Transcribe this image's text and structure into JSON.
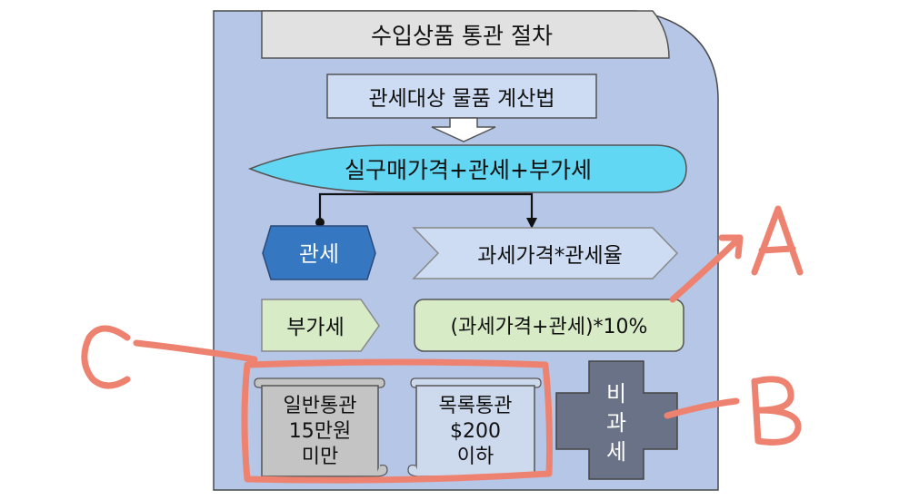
{
  "title": "수입상품 통관 절차",
  "calc_method": "관세대상 물품 계산법",
  "formula_total": "실구매가격+관세+부가세",
  "duty_label": "관세",
  "duty_formula": "과세가격*관세율",
  "vat_label": "부가세",
  "vat_formula": "(과세가격+관세)*10%",
  "general_clearance": [
    "일반통관",
    "15만원",
    "미만"
  ],
  "list_clearance": [
    "목록통관",
    "$200",
    "이하"
  ],
  "non_taxable": [
    "비",
    "과",
    "세"
  ],
  "annotations": {
    "a": "A",
    "b": "B",
    "c": "C"
  },
  "colors": {
    "panel": "#b5c6e6",
    "box_light": "#cddcf2",
    "ellipse_cyan": "#62d7f4",
    "duty_blue": "#3677c1",
    "light_green": "#d7ebc7",
    "scroll_gray": "#c4c4c4",
    "scroll_blue": "#cddaee",
    "cross_gray": "#6a7287",
    "ink_red": "#ee8270"
  }
}
